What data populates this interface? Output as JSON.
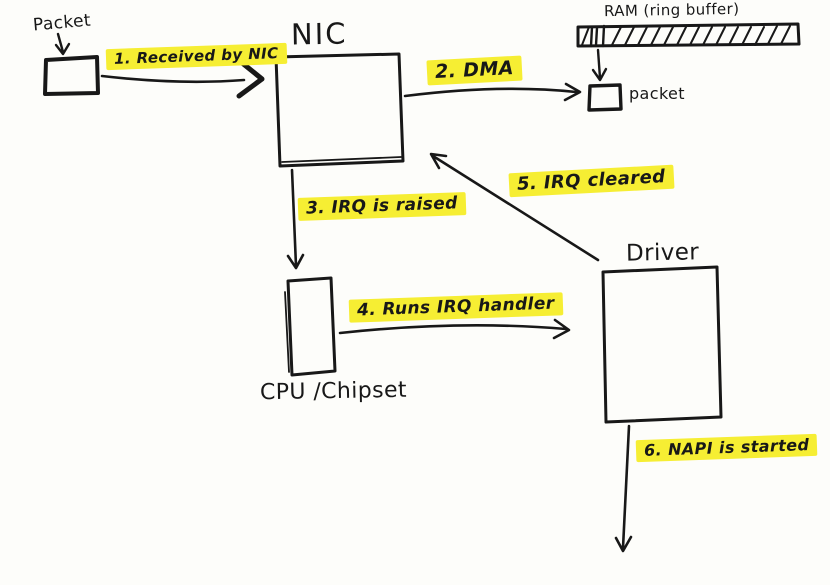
{
  "diagram": {
    "labels": {
      "packet_source": "Packet",
      "nic": "NIC",
      "ram": "RAM (ring buffer)",
      "ram_packet": "packet",
      "cpu": "CPU /Chipset",
      "driver": "Driver"
    },
    "steps": [
      {
        "label": "1. Received by NIC"
      },
      {
        "label": "2. DMA"
      },
      {
        "label": "3. IRQ is raised"
      },
      {
        "label": "4. Runs IRQ handler"
      },
      {
        "label": "5. IRQ cleared"
      },
      {
        "label": "6. NAPI is started"
      }
    ],
    "colors": {
      "ink": "#181818",
      "highlight": "#f6ee33",
      "paper": "#fdfdfa"
    }
  }
}
